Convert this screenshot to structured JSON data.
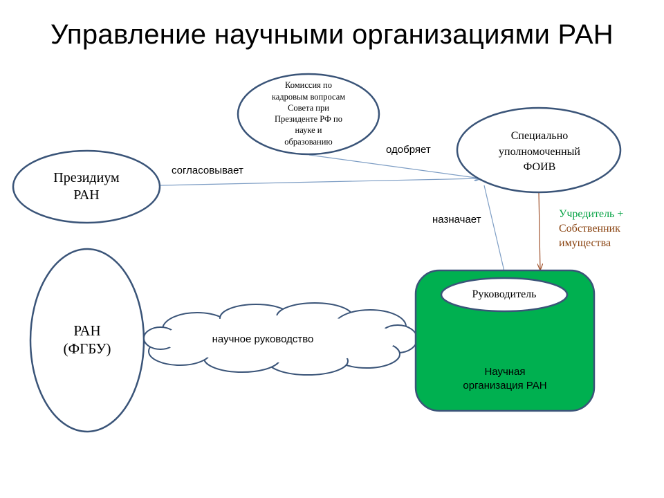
{
  "title": "Управление научными организациями РАН",
  "nodes": {
    "presidium": "Президиум\nРАН",
    "commission": "Комиссия по\nкадровым вопросам\nСовета при\nПрезиденте РФ по\nнауке и\nобразованию",
    "foiv": "Специально\nуполномоченный\nФОИВ",
    "ran": "РАН\n(ФГБУ)",
    "cloud": "научное  руководство",
    "head": "Руководитель",
    "organization": "Научная\nорганизация РАН"
  },
  "edges": {
    "agrees": "согласовывает",
    "approves": "одобряет",
    "appoints": "назначает",
    "founder_line1": "Учредитель  +",
    "founder_line2": "Собственник",
    "founder_line3": "имущества"
  },
  "colors": {
    "outline": "#3a5478",
    "arrow_blue": "#7d9dc4",
    "arrow_brown": "#a0522d",
    "org_fill": "#00b050",
    "founder_green": "#00a040",
    "founder_brown": "#8b4513"
  }
}
